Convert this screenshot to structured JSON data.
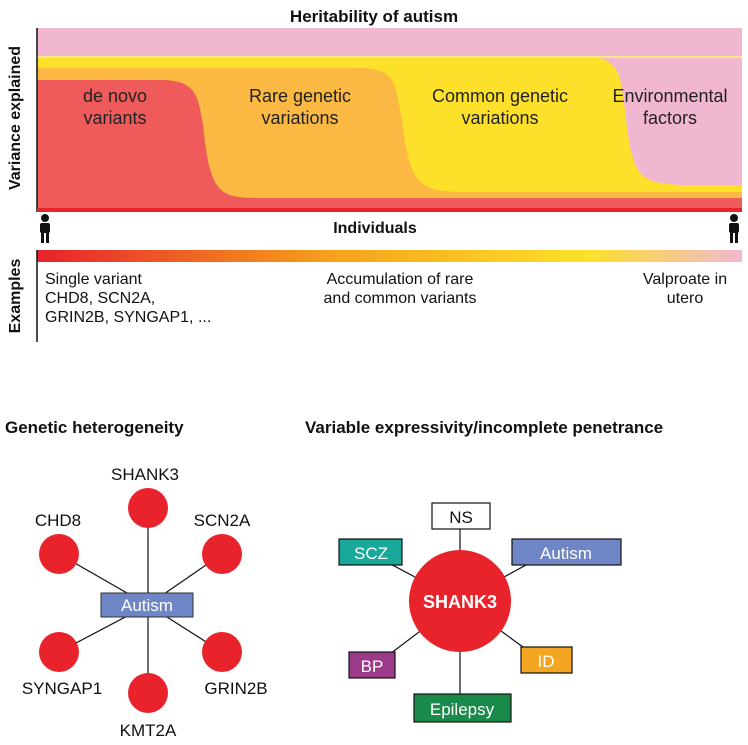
{
  "top": {
    "title": "Heritability of autism",
    "y_axis_label": "Variance explained",
    "x_axis_label": "Individuals",
    "examples_label": "Examples",
    "bands": [
      {
        "label_line1": "de novo",
        "label_line2": "variants",
        "color": "#ef5b5b"
      },
      {
        "label_line1": "Rare genetic",
        "label_line2": "variations",
        "color": "#fbb843"
      },
      {
        "label_line1": "Common genetic",
        "label_line2": "variations",
        "color": "#fde02a"
      },
      {
        "label_line1": "Environmental",
        "label_line2": "factors",
        "color": "#f2b7d0"
      }
    ],
    "examples": [
      {
        "lines": [
          "Single variant",
          "CHD8, SCN2A,",
          "GRIN2B, SYNGAP1, ..."
        ]
      },
      {
        "lines": [
          "Accumulation of rare",
          "and common variants"
        ]
      },
      {
        "lines": [
          "Valproate in",
          "utero"
        ]
      }
    ],
    "gradient_colors": [
      "#e8222b",
      "#f6a21b",
      "#fde12a",
      "#f2b7d0"
    ]
  },
  "heterogeneity": {
    "title": "Genetic heterogeneity",
    "center": "Autism",
    "genes": [
      "SHANK3",
      "SCN2A",
      "GRIN2B",
      "KMT2A",
      "SYNGAP1",
      "CHD8"
    ],
    "node_color": "#e8232b",
    "center_color": "#6f86c6"
  },
  "expressivity": {
    "title": "Variable expressivity/incomplete penetrance",
    "center": "SHANK3",
    "center_color": "#e8232b",
    "conditions": [
      {
        "label": "NS",
        "color": "#ffffff",
        "text_color": "#111111"
      },
      {
        "label": "Autism",
        "color": "#6f86c6",
        "text_color": "#ffffff"
      },
      {
        "label": "ID",
        "color": "#f4a522",
        "text_color": "#ffffff"
      },
      {
        "label": "Epilepsy",
        "color": "#1a8a4a",
        "text_color": "#ffffff"
      },
      {
        "label": "BP",
        "color": "#9c3a8a",
        "text_color": "#ffffff"
      },
      {
        "label": "SCZ",
        "color": "#1aa89a",
        "text_color": "#ffffff"
      }
    ]
  }
}
